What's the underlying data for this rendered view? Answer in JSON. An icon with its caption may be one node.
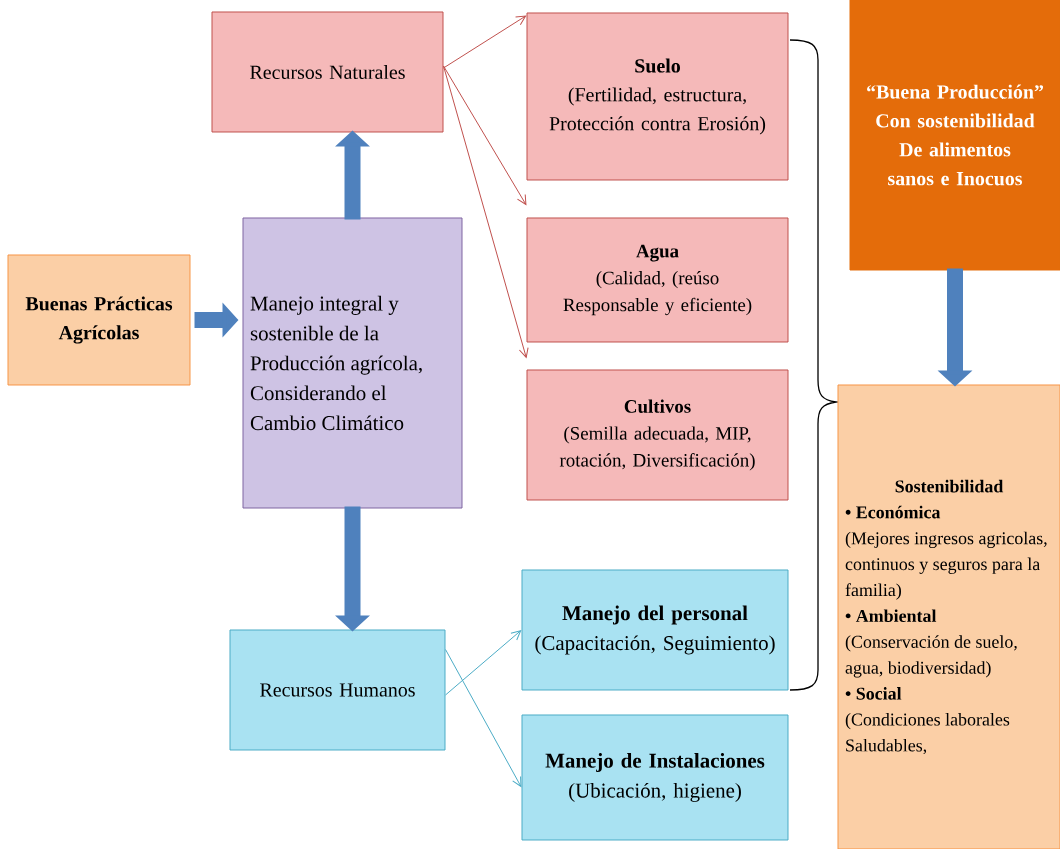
{
  "diagram": {
    "nodes": [
      {
        "text": [
          "Buenas Prácticas Agrícolas"
        ]
      },
      {
        "text": [
          "Manejo integral y sostenible de la Producción agrícola, Considerando el Cambio Climático"
        ]
      },
      {
        "text": [
          "Recursos Naturales"
        ]
      },
      {
        "text": [
          "Suelo",
          "(Fertilidad, estructura, Protección contra Erosión)"
        ]
      },
      {
        "text": [
          "Agua",
          "(Calidad, (reúso Responsable y eficiente)"
        ]
      },
      {
        "text": [
          "Cultivos",
          "(Semilla adecuada, MIP, rotación, Diversificación)"
        ]
      },
      {
        "text": [
          "“Buena Producción” Con sostenibilidad De alimentos sanos e Inocuos"
        ]
      },
      {
        "text": [
          "Recursos Humanos"
        ]
      },
      {
        "text": [
          "Manejo del personal",
          "(Capacitación, Seguimiento)"
        ]
      },
      {
        "text": [
          "Manejo de Instalaciones",
          "(Ubicación, higiene)"
        ]
      },
      {
        "text": [
          "Sostenibilidad",
          "• Económica",
          "(Mejores ingresos agricolas, continuos y seguros para la familia)",
          "• Ambiental",
          "(Conservación de suelo, agua, biodiversidad)",
          "• Social",
          "(Condiciones laborales Saludables,"
        ]
      }
    ],
    "edges": [
      {
        "from": 0,
        "to": 1,
        "arrow": "to",
        "style": "thick"
      },
      {
        "from": 1,
        "to": 2,
        "arrow": "to",
        "style": "thick"
      },
      {
        "from": 1,
        "to": 7,
        "arrow": "to",
        "style": "thick"
      },
      {
        "from": 6,
        "to": 10,
        "arrow": "to",
        "style": "thick"
      },
      {
        "from": 2,
        "to": 3,
        "arrow": "to",
        "color": "#c0504d"
      },
      {
        "from": 2,
        "to": 4,
        "arrow": "to",
        "color": "#c0504d"
      },
      {
        "from": 2,
        "to": 4,
        "arrow": "to",
        "color": "#c0504d"
      },
      {
        "from": 7,
        "to": 8,
        "arrow": "to"
      },
      {
        "from": 7,
        "to": 9,
        "arrow": "to"
      }
    ]
  }
}
